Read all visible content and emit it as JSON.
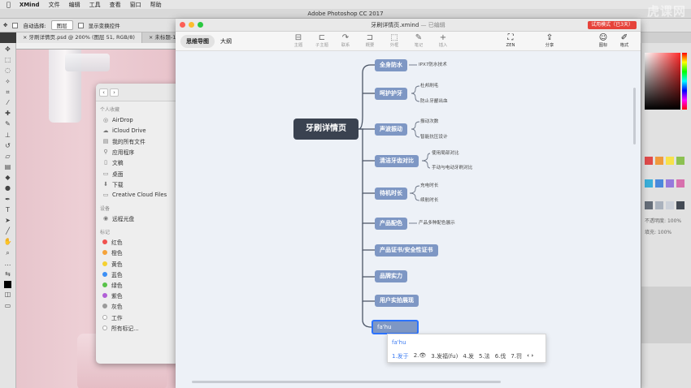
{
  "menubar": {
    "app": "XMind",
    "items": [
      "文件",
      "编辑",
      "工具",
      "查看",
      "窗口",
      "帮助"
    ]
  },
  "photoshop": {
    "title": "Adobe Photoshop CC 2017",
    "options": {
      "auto_select": "自动选择:",
      "layer_dropdown": "图层",
      "show_transform": "显示变换控件"
    },
    "tabs": [
      "牙刷详情页.psd @ 200% (图层 51, RGB/8)",
      "未标题-1 @ 200%"
    ],
    "right_panel": {
      "opacity_label": "不透明度:",
      "opacity_value": "100%",
      "fill_label": "填充:",
      "fill_value": "100%"
    },
    "watermark": "虎课网"
  },
  "finder": {
    "favorites_header": "个人收藏",
    "favorites": [
      {
        "icon": "airdrop-icon",
        "label": "AirDrop"
      },
      {
        "icon": "cloud-icon",
        "label": "iCloud Drive"
      },
      {
        "icon": "files-icon",
        "label": "我的所有文件"
      },
      {
        "icon": "apps-icon",
        "label": "应用程序"
      },
      {
        "icon": "doc-icon",
        "label": "文稿"
      },
      {
        "icon": "desktop-icon",
        "label": "桌面"
      },
      {
        "icon": "download-icon",
        "label": "下载"
      },
      {
        "icon": "folder-icon",
        "label": "Creative Cloud Files"
      }
    ],
    "devices_header": "设备",
    "devices": [
      {
        "icon": "disc-icon",
        "label": "远程光盘"
      }
    ],
    "tags_header": "标记",
    "tags": [
      {
        "label": "红色",
        "color": "#f0524f"
      },
      {
        "label": "橙色",
        "color": "#f5a33a"
      },
      {
        "label": "黄色",
        "color": "#f5d130"
      },
      {
        "label": "蓝色",
        "color": "#3b8ef5"
      },
      {
        "label": "绿色",
        "color": "#58c24a"
      },
      {
        "label": "紫色",
        "color": "#b15fd6"
      },
      {
        "label": "灰色",
        "color": "#9a9a9a"
      },
      {
        "label": "工作",
        "color": "#ffffff"
      },
      {
        "label": "所有标记...",
        "color": "#ffffff"
      }
    ]
  },
  "xmind": {
    "title": "牙刷详情页.xmind",
    "title_suffix": "— 已编辑",
    "trial_badge": "试用模式（已3天）",
    "view_tabs": [
      "思维导图",
      "大纲"
    ],
    "toolbar": [
      {
        "icon": "topic-icon",
        "label": "主题"
      },
      {
        "icon": "subtopic-icon",
        "label": "子主题"
      },
      {
        "icon": "relation-icon",
        "label": "联系"
      },
      {
        "icon": "summary-icon",
        "label": "概要"
      },
      {
        "icon": "boundary-icon",
        "label": "外框"
      },
      {
        "icon": "note-icon",
        "label": "笔记"
      },
      {
        "icon": "insert-icon",
        "label": "插入"
      },
      {
        "icon": "zen-icon",
        "label": "ZEN"
      },
      {
        "icon": "share-icon",
        "label": "分享"
      },
      {
        "icon": "emoji-icon",
        "label": "图标"
      },
      {
        "icon": "format-icon",
        "label": "格式"
      }
    ],
    "root": "牙刷详情页",
    "branches": [
      {
        "label": "全身防水",
        "leaves": [
          "IPX7防水技术"
        ]
      },
      {
        "label": "呵护护牙",
        "leaves": [
          "杜邦刷毛",
          "防止牙龈出血"
        ]
      },
      {
        "label": "声波振动",
        "leaves": [
          "振动次数",
          "智能抗压设计"
        ]
      },
      {
        "label": "清洁牙齿对比",
        "leaves": [
          "使用局部对比",
          "手动与电动牙刷对比"
        ]
      },
      {
        "label": "待机时长",
        "leaves": [
          "充电时长",
          "续航时长"
        ]
      },
      {
        "label": "产品配色",
        "leaves": [
          "产品多种配色展示"
        ]
      },
      {
        "label": "产品证书/安全性证书",
        "leaves": []
      },
      {
        "label": "品牌实力",
        "leaves": []
      },
      {
        "label": "用户实拍展现",
        "leaves": []
      }
    ],
    "editing_node": "fa'hu",
    "ime": {
      "composition": "fa'hu",
      "candidates": [
        "1.发于",
        "2.",
        "3.发福(fu)",
        "4.发",
        "5.法",
        "6.伐",
        "7.罚"
      ],
      "nav": "‹ ›"
    }
  }
}
